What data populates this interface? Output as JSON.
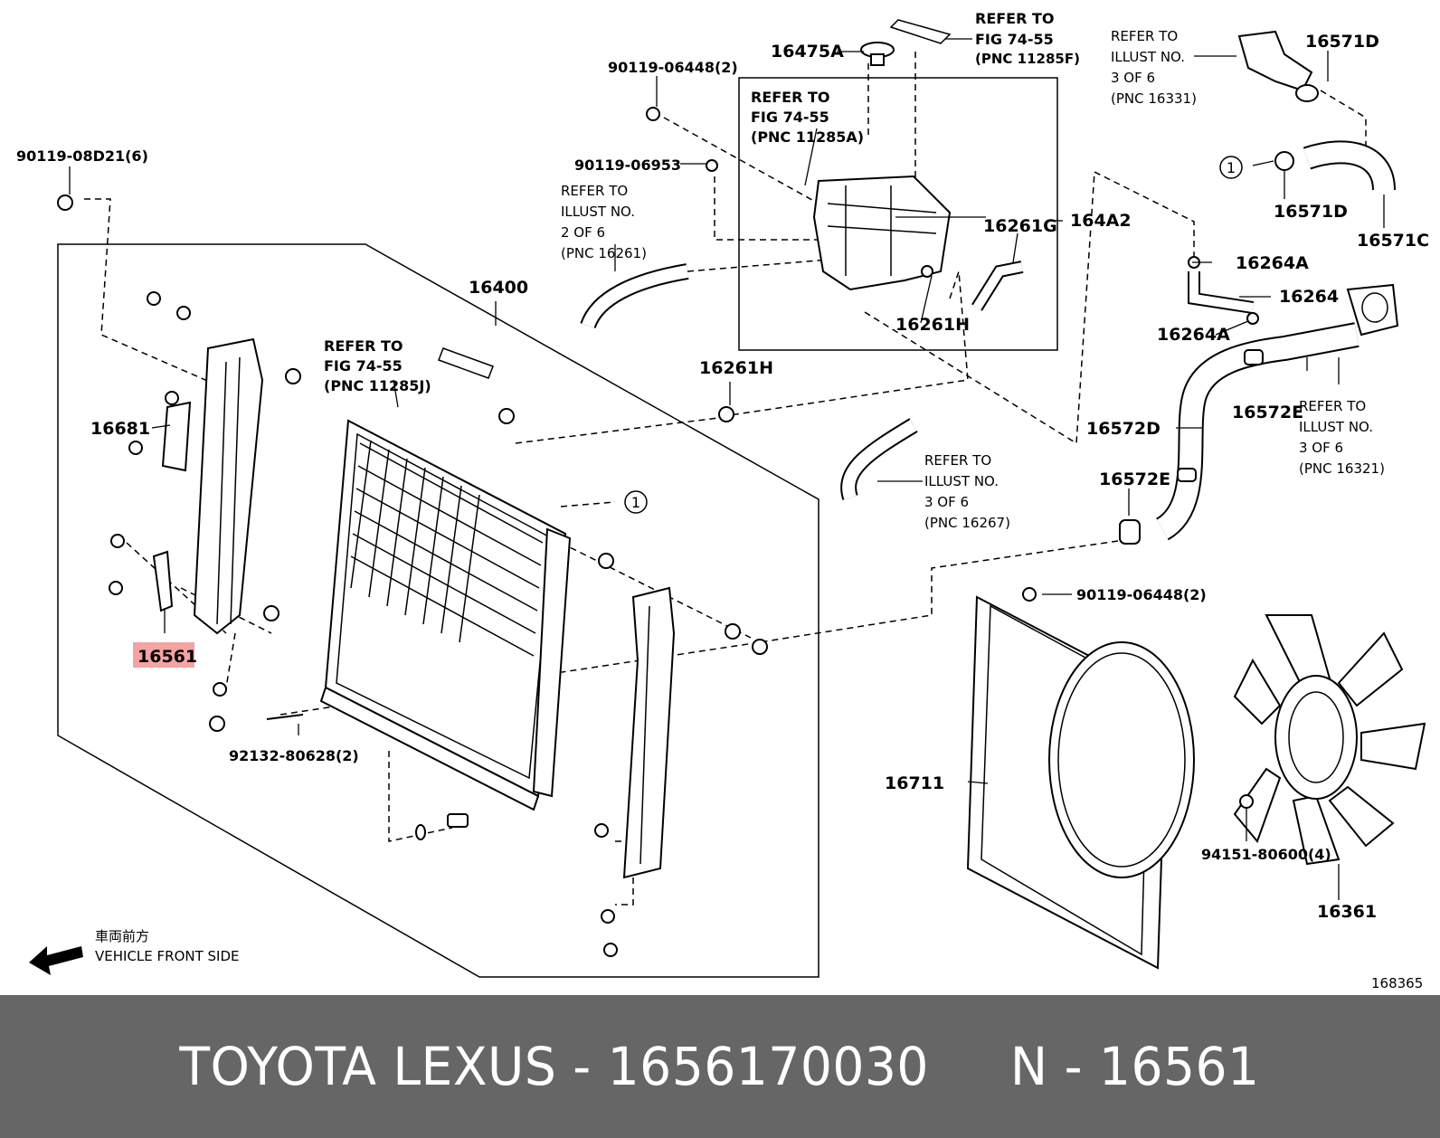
{
  "labels": {
    "p90119_08D21": "90119-08D21(6)",
    "p90119_06448_top": "90119-06448(2)",
    "p16475A": "16475A",
    "p90119_06953": "90119-06953",
    "p16571D_top": "16571D",
    "p16571D": "16571D",
    "p16571C": "16571C",
    "p164A2": "164A2",
    "p16261G": "16261G",
    "p16261H_top": "16261H",
    "p16264A_top": "16264A",
    "p16264": "16264",
    "p16264A": "16264A",
    "p16400": "16400",
    "p16681": "16681",
    "p16261H": "16261H",
    "p16572E_right": "16572E",
    "p16572D": "16572D",
    "p16572E": "16572E",
    "p16561": "16561",
    "p90119_06448_bottom": "90119-06448(2)",
    "p16711": "16711",
    "p92132": "92132-80628(2)",
    "p94151": "94151-80600(4)",
    "p16361": "16361",
    "p168365": "168365",
    "callout_1": "1"
  },
  "refs": {
    "r1": [
      "REFER TO",
      "FIG 74-55",
      "(PNC 11285F)"
    ],
    "r2": [
      "REFER TO",
      "ILLUST NO.",
      "3 OF 6",
      "(PNC 16331)"
    ],
    "r3": [
      "REFER TO",
      "FIG 74-55",
      "(PNC 11285A)"
    ],
    "r4": [
      "REFER TO",
      "ILLUST NO.",
      "2 OF 6",
      "(PNC 16261)"
    ],
    "r5": [
      "REFER TO",
      "FIG 74-55",
      "(PNC 11285J)"
    ],
    "r6": [
      "REFER TO",
      "ILLUST NO.",
      "3 OF 6",
      "(PNC 16267)"
    ],
    "r7": [
      "REFER TO",
      "ILLUST NO.",
      "3 OF 6",
      "(PNC 16321)"
    ]
  },
  "direction": {
    "jp": "車両前方",
    "en": "VEHICLE FRONT SIDE"
  },
  "highlight_color": "#f4a3a3",
  "footer": {
    "text": "TOYOTA LEXUS - 1656170030     N - 16561"
  }
}
